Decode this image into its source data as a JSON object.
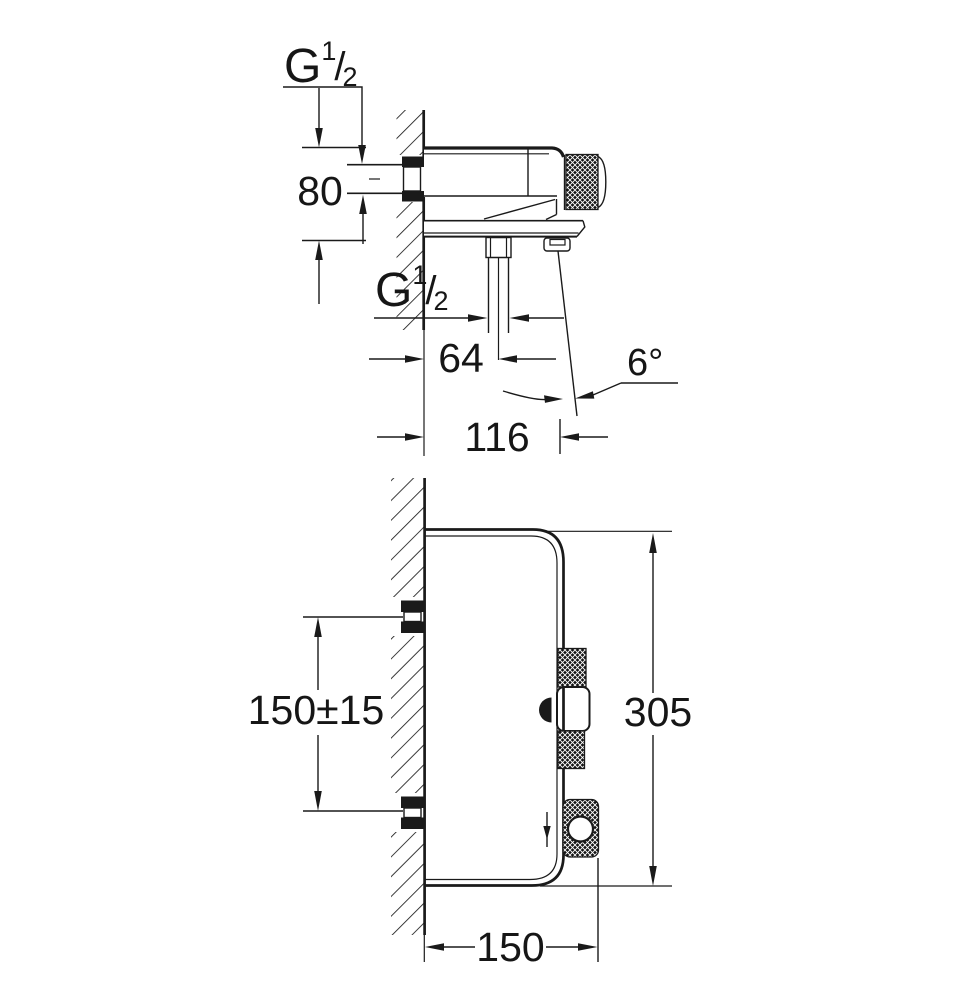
{
  "colors": {
    "line": "#1a1a1a",
    "background": "#ffffff"
  },
  "upper_view": {
    "thread_inlet": {
      "prefix": "G",
      "numerator": "1",
      "slash": "/",
      "denominator": "2"
    },
    "thread_outlet": {
      "prefix": "G",
      "numerator": "1",
      "slash": "/",
      "denominator": "2"
    },
    "dims": {
      "inlet_to_body": "80",
      "outlet_offset": "64",
      "outlet_reach": "116",
      "spout_angle": "6°"
    }
  },
  "lower_view": {
    "dims": {
      "connection_spacing": "150±15",
      "overall_height": "305",
      "overall_depth": "150"
    }
  }
}
